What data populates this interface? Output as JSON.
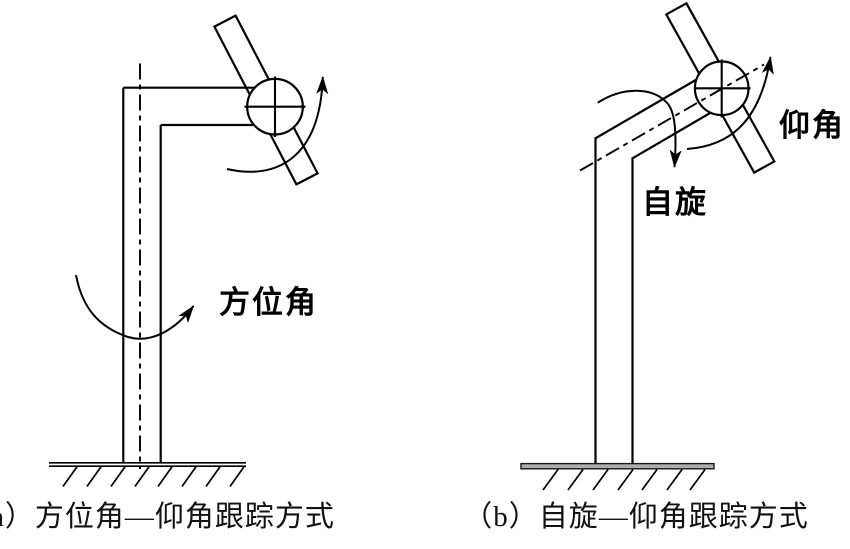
{
  "figure": {
    "background_color": "#ffffff",
    "line_color": "#000000",
    "diagram_a": {
      "azimuth_label": "方位角",
      "caption": "（a）方位角—仰角跟踪方式"
    },
    "diagram_b": {
      "spin_label": "自旋",
      "elevation_label": "仰角",
      "caption": "（b）自旋—仰角跟踪方式"
    }
  }
}
